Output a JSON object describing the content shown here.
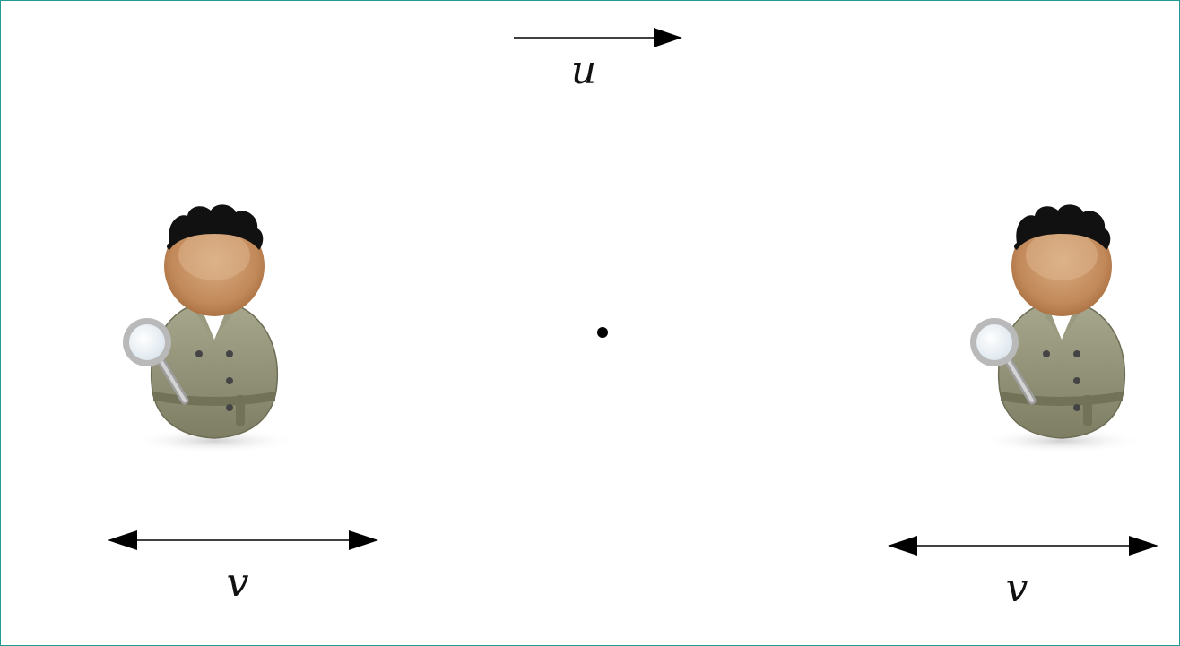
{
  "labels": {
    "object_velocity": "u",
    "left_observer_velocity": "v",
    "right_observer_velocity": "v"
  },
  "icons": {
    "observer": "detective-with-magnifying-glass-icon",
    "object": "point-object-dot"
  },
  "colors": {
    "frame_border": "#1f9b93",
    "arrow": "#000000",
    "coat": "#8a8a70",
    "skin": "#c79466",
    "hair": "#111111"
  }
}
